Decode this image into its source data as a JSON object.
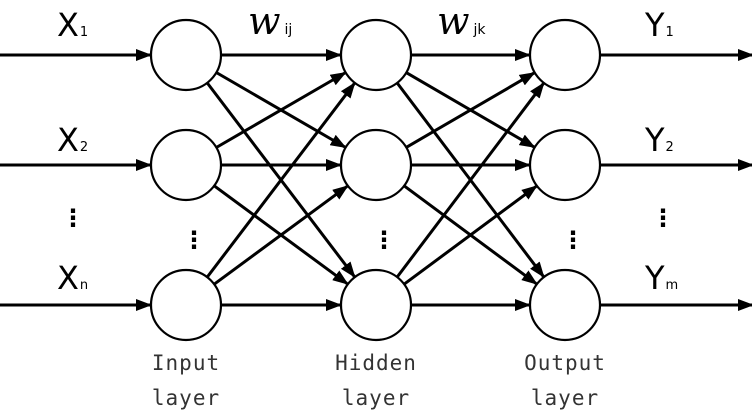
{
  "weights": {
    "w_ij": {
      "symbol": "w",
      "subscript": "ij"
    },
    "w_jk": {
      "symbol": "w",
      "subscript": "jk"
    }
  },
  "inputs": [
    {
      "symbol": "X",
      "subscript": "1"
    },
    {
      "symbol": "X",
      "subscript": "2"
    },
    {
      "symbol": "X",
      "subscript": "n"
    }
  ],
  "outputs": [
    {
      "symbol": "Y",
      "subscript": "1"
    },
    {
      "symbol": "Y",
      "subscript": "2"
    },
    {
      "symbol": "Y",
      "subscript": "m"
    }
  ],
  "layers": {
    "input": {
      "line1": "Input",
      "line2": "layer"
    },
    "hidden": {
      "line1": "Hidden",
      "line2": "layer"
    },
    "output": {
      "line1": "Output",
      "line2": "layer"
    }
  },
  "ellipsis": "⋮",
  "colors": {
    "stroke": "#000000",
    "label": "#333333"
  }
}
